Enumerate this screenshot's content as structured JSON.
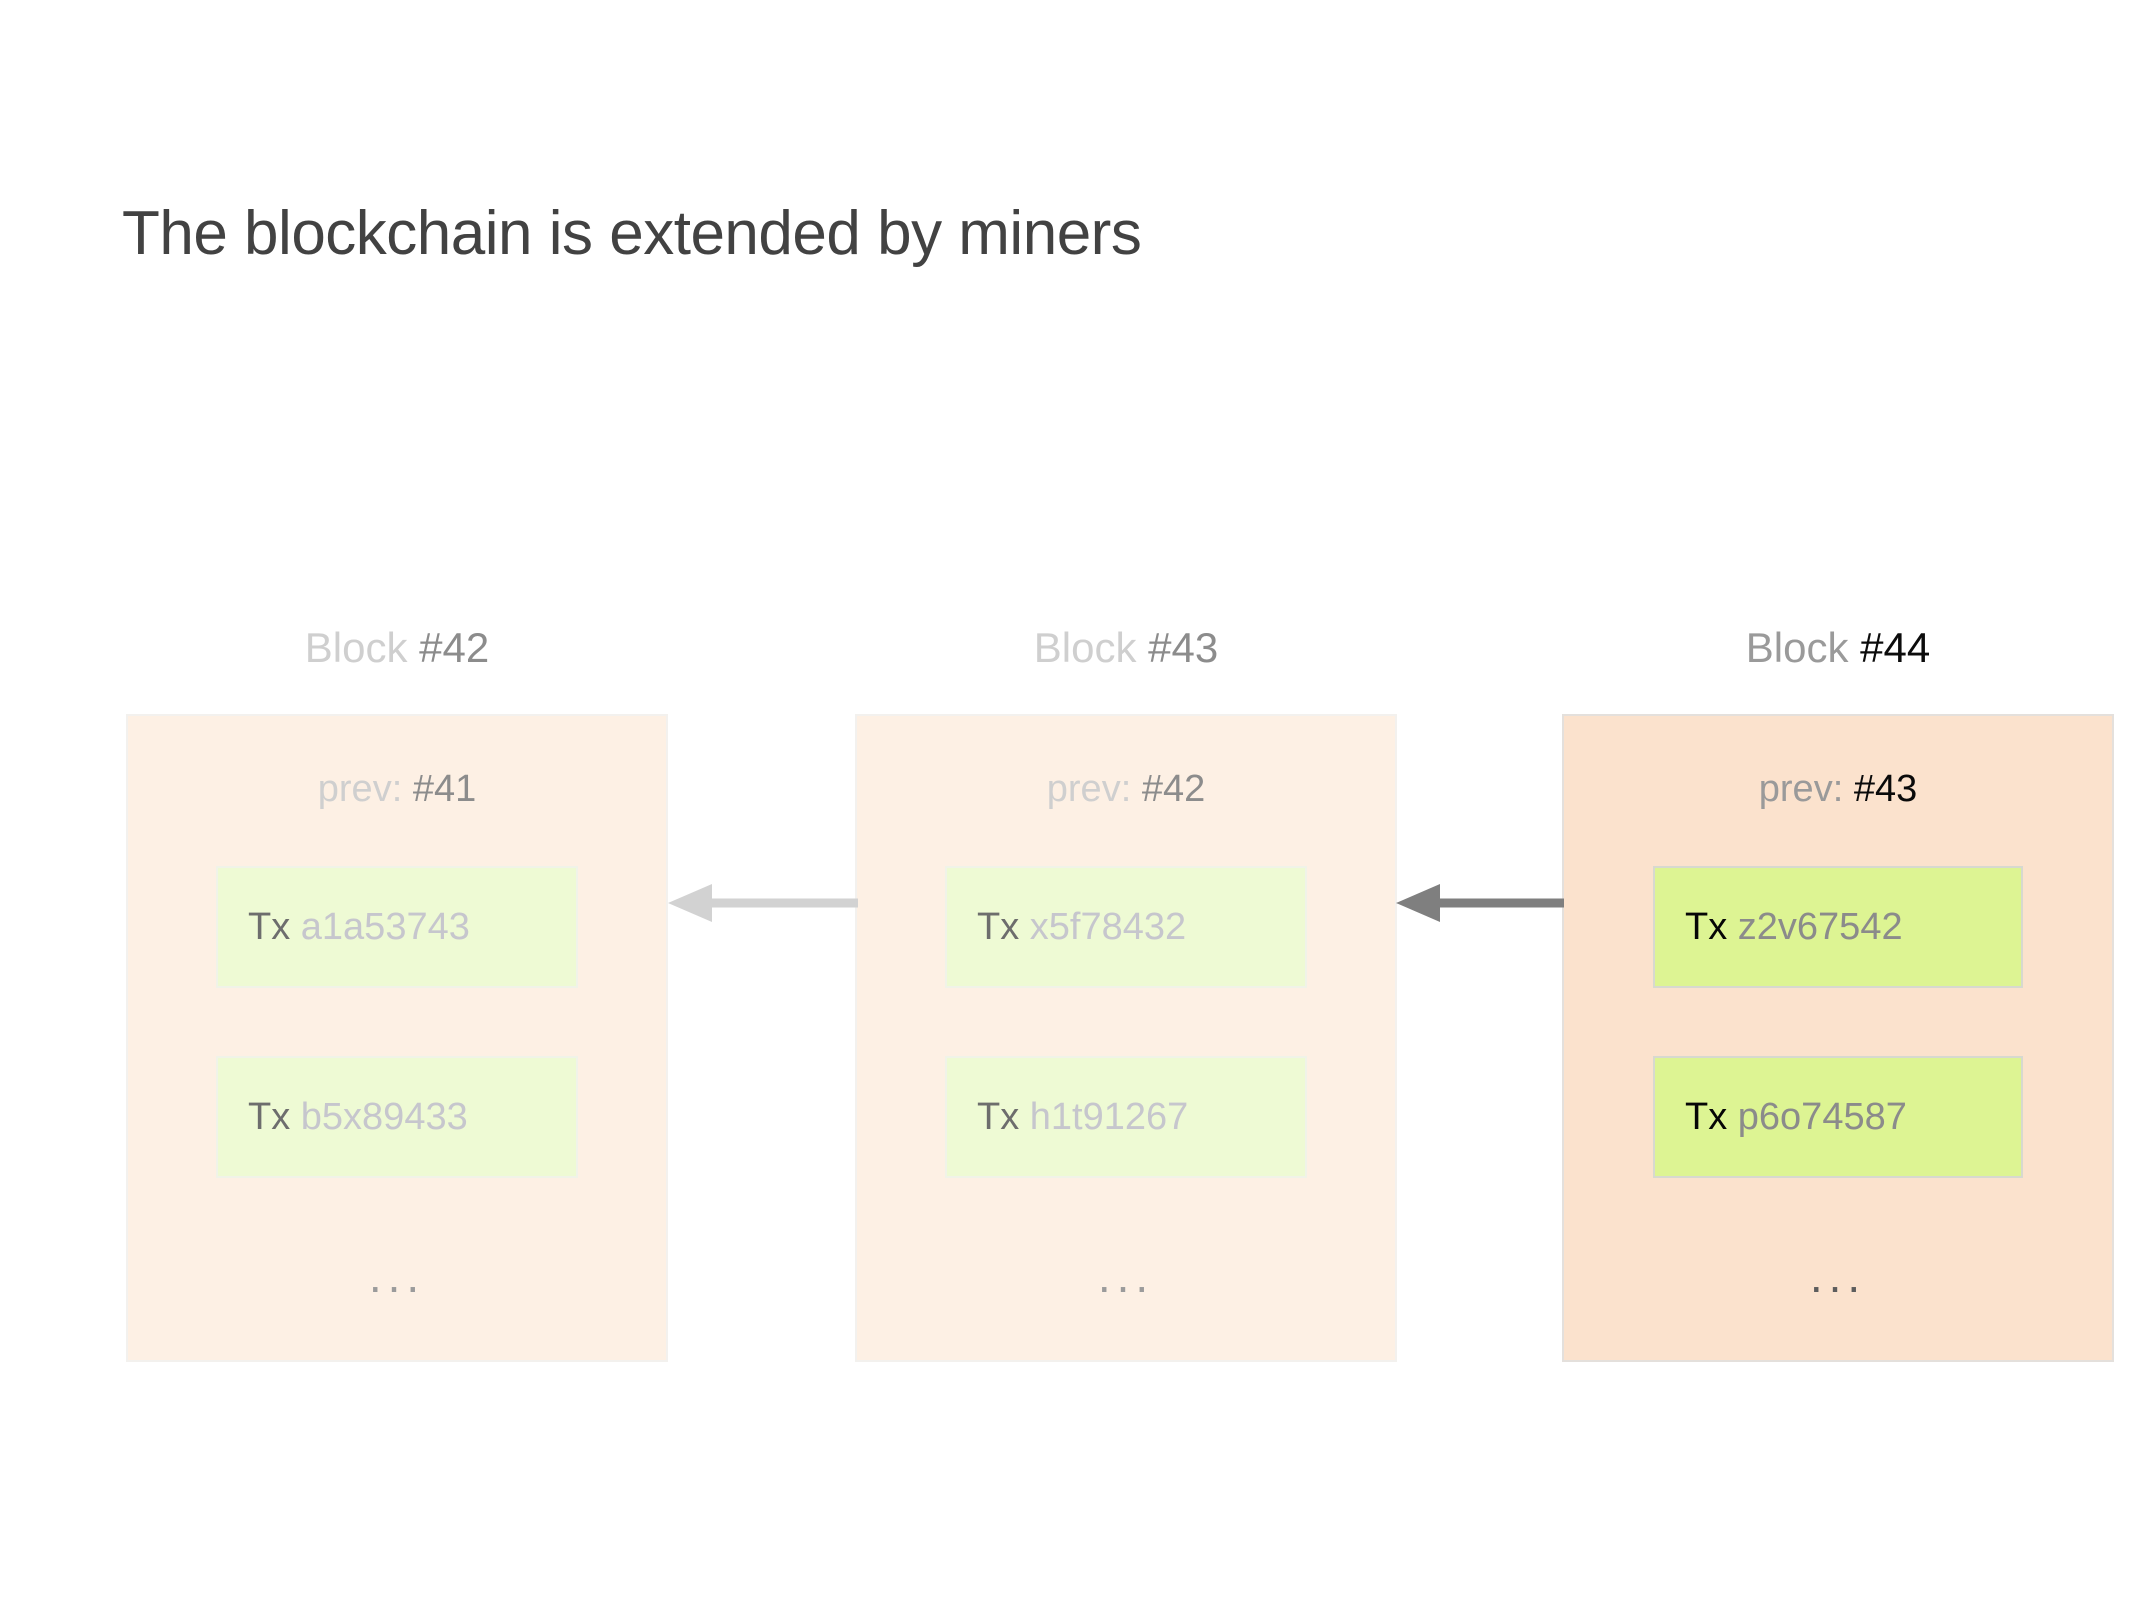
{
  "slide": {
    "title": "The blockchain is extended by miners",
    "background": "#ffffff"
  },
  "colors": {
    "block_fill": "#fdf0e4",
    "block_fill_active": "#fbe2cd",
    "tx_fill": "#eefad4",
    "tx_fill_active": "#ddf493",
    "text_muted": "#cfcfcf",
    "text_value": "#8c8c8c",
    "text_active": "#0a0a0a",
    "arrow_light": "#d2d2d2",
    "arrow_dark": "#7f7f7f",
    "title_color": "#424242"
  },
  "blocks": [
    {
      "caption_word": "Block",
      "caption_number": "#42",
      "prev_word": "prev:",
      "prev_number": "#41",
      "active": false,
      "transactions": [
        {
          "label": "Tx",
          "hash": "a1a53743"
        },
        {
          "label": "Tx",
          "hash": "b5x89433"
        }
      ],
      "ellipsis": "..."
    },
    {
      "caption_word": "Block",
      "caption_number": "#43",
      "prev_word": "prev:",
      "prev_number": "#42",
      "active": false,
      "transactions": [
        {
          "label": "Tx",
          "hash": "x5f78432"
        },
        {
          "label": "Tx",
          "hash": "h1t91267"
        }
      ],
      "ellipsis": "..."
    },
    {
      "caption_word": "Block",
      "caption_number": "#44",
      "prev_word": "prev:",
      "prev_number": "#43",
      "active": true,
      "transactions": [
        {
          "label": "Tx",
          "hash": "z2v67542"
        },
        {
          "label": "Tx",
          "hash": "p6o74587"
        }
      ],
      "ellipsis": "..."
    }
  ],
  "arrows": [
    {
      "name": "arrow-block43-to-block42",
      "direction": "left",
      "color": "#d2d2d2"
    },
    {
      "name": "arrow-block44-to-block43",
      "direction": "left",
      "color": "#7f7f7f"
    }
  ]
}
